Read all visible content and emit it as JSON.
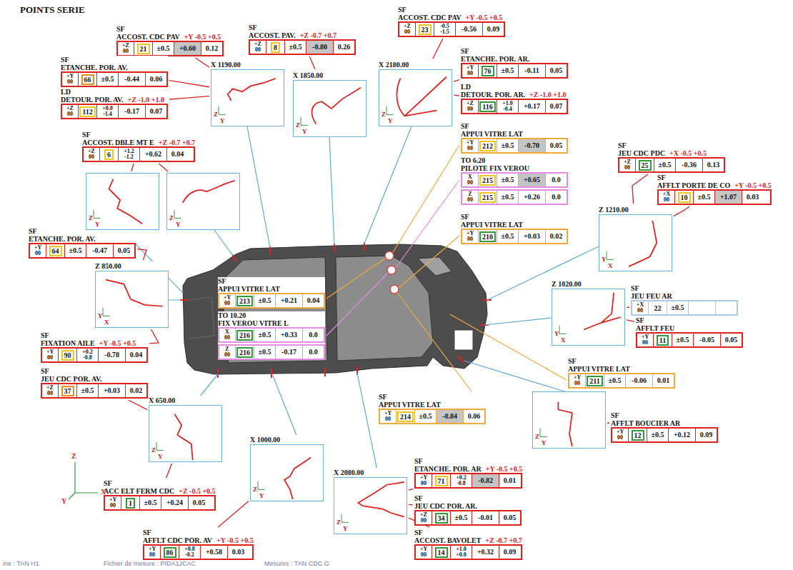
{
  "diagram": {
    "title": "POINTS SERIE",
    "nodes": [
      {
        "text": [
          "SF",
          "ACCOST. CDC PAV",
          "+Y -0.5 +0.5",
          "+Z 00",
          "21",
          "±0.5",
          "+0.60",
          "0.12"
        ]
      },
      {
        "text": [
          "SF",
          "ACCOST. PAV.",
          "+Z -0.7 +0.7",
          "+Z 00",
          "8",
          "±0.5",
          "-0.80",
          "0.26"
        ]
      },
      {
        "text": [
          "SF",
          "ACCOST. CDC PAV",
          "+Y -0.5 +0.5",
          "+Z 00",
          "23",
          "-0.5 -1.5",
          "-0.56",
          "0.09"
        ]
      },
      {
        "text": [
          "SF",
          "ETANCHE. POR. AR.",
          "+Y 00",
          "76",
          "±0.5",
          "-0.11",
          "0.05"
        ]
      },
      {
        "text": [
          "LD",
          "DETOUR. POR. AR.",
          "+Z -1.0 +1.0",
          "+Z 00",
          "116",
          "+1.0 -0.4",
          "+0.17",
          "0.07"
        ]
      },
      {
        "text": [
          "SF",
          "ETANCHE. POR. AV.",
          "+Y 00",
          "66",
          "±0.5",
          "-0.44",
          "0.06"
        ]
      },
      {
        "text": [
          "LD",
          "DETOUR. POR. AV.",
          "+Z -1.0 +1.0",
          "+Z 00",
          "112",
          "+0.0 -1.4",
          "-0.17",
          "0.07"
        ]
      },
      {
        "text": [
          "SF",
          "ACCOST. DBLE MT E",
          "+Z -0.7 +0.7",
          "+Z 00",
          "6",
          "+1.2 -1.2",
          "+0.62",
          "0.04"
        ]
      },
      {
        "text": [
          "SF",
          "APPUI VITRE LAT",
          "+Y 00",
          "212",
          "±0.5",
          "-0.70",
          "0.05"
        ]
      },
      {
        "text": [
          "TO 6.20",
          "PILOTE FIX VEROU",
          "X 00",
          "215",
          "±0.5",
          "+0.65",
          "0.0",
          "Z 00",
          "215",
          "±0.5",
          "+0.26",
          "0.0"
        ]
      },
      {
        "text": [
          "SF",
          "APPUI VITRE LAT",
          "+Y 00",
          "210",
          "±0.5",
          "+0.03",
          "0.02"
        ]
      },
      {
        "text": [
          "SF",
          "JEU CDC PDC",
          "+X -0.5 +0.5",
          "+Z 00",
          "25",
          "±0.5",
          "-0.36",
          "0.13"
        ]
      },
      {
        "text": [
          "SF",
          "AFFLT PORTE DE CO",
          "+Y -0.5 +0.5",
          "+X 00",
          "10",
          "±0.5",
          "+1.07",
          "0.03"
        ]
      },
      {
        "text": [
          "SF",
          "ETANCHE. POR. AV.",
          "+Y 00",
          "64",
          "±0.5",
          "-0.47",
          "0.05"
        ]
      },
      {
        "text": [
          "SF",
          "APPUI VITRE LAT",
          "+Y 00",
          "213",
          "±0.5",
          "+0.21",
          "0.04"
        ]
      },
      {
        "text": [
          "TO 10.20",
          "FIX VEROU VITRE L",
          "X 00",
          "216",
          "±0.5",
          "+0.33",
          "0.0",
          "Z 00",
          "216",
          "±0.5",
          "-0.17",
          "0.0"
        ]
      },
      {
        "text": [
          "SF",
          "JEU FEU AR",
          "+X 00",
          "22",
          "±0.5"
        ]
      },
      {
        "text": [
          "SF",
          "AFFLT FEU",
          "+Y 00",
          "11",
          "±0.5",
          "-0.05",
          "0.05"
        ]
      },
      {
        "text": [
          "SF",
          "APPUI VITRE LAT",
          "+Y 00",
          "211",
          "±0.5",
          "-0.06",
          "0.01"
        ]
      },
      {
        "text": [
          "SF",
          "FIXATION AILE",
          "+Y -0.5 +0.5",
          "+Y 00",
          "90",
          "+0.2 -0.8",
          "-0.78",
          "0.04"
        ]
      },
      {
        "text": [
          "SF",
          "JEU CDC POR. AV.",
          "+Z 00",
          "37",
          "±0.5",
          "+0.03",
          "0.02"
        ]
      },
      {
        "text": [
          "SF",
          "APPUI VITRE LAT",
          "+Y 00",
          "214",
          "±0.5",
          "-0.84",
          "0.06"
        ]
      },
      {
        "text": [
          "SF",
          "AFFLT BOUCIER AR",
          "+Y 00",
          "12",
          "±0.5",
          "+0.12",
          "0.09"
        ]
      },
      {
        "text": [
          "SF",
          "ETANCHE. POR. AR",
          "+Y -0.5 +0.5",
          "+Y 00",
          "71",
          "+0.2 -0.8",
          "-0.82",
          "0.01"
        ]
      },
      {
        "text": [
          "SF",
          "JEU CDC POR. AR.",
          "+Z 00",
          "34",
          "±0.5",
          "-0.01",
          "0.05"
        ]
      },
      {
        "text": [
          "SF",
          "ACCOST. BAVOLET",
          "+Z -0.7 +0.7",
          "+Y 00",
          "14",
          "+1.0 +0.0",
          "+0.32",
          "0.09"
        ]
      },
      {
        "text": [
          "SF",
          "ACC ELT FERM CDC",
          "+Z -0.5 +0.5",
          "+Y 00",
          "1",
          "±0.5",
          "+0.24",
          "0.05"
        ]
      },
      {
        "text": [
          "SF",
          "AFFLT CDC POR. AV",
          "+Y -0.5 +0.5",
          "+Y 00",
          "86",
          "+0.8 -0.2",
          "+0.58",
          "0.03"
        ]
      },
      {
        "text": [
          "X 1190.00",
          "Z",
          "Y"
        ]
      },
      {
        "text": [
          "X 1850.00",
          "Z",
          "Y"
        ]
      },
      {
        "text": [
          "X 2180.00",
          "Z",
          "Y"
        ]
      },
      {
        "text": [
          "Z",
          "Y"
        ]
      },
      {
        "text": [
          "Z",
          "Y"
        ]
      },
      {
        "text": [
          "Z 850.00",
          "Y",
          "X"
        ]
      },
      {
        "text": [
          "Z 1210.00",
          "Y",
          "X"
        ]
      },
      {
        "text": [
          "Z 1020.00",
          "Y",
          "X"
        ]
      },
      {
        "text": [
          "X 650.00",
          "Z",
          "Y"
        ]
      },
      {
        "text": [
          "X 1000.00",
          "Z",
          "Y"
        ]
      },
      {
        "text": [
          "X 2080.00",
          "Z",
          "Y"
        ]
      },
      {
        "text": [
          "Z",
          "Y"
        ]
      }
    ],
    "edges": [
      {
        "from": 0,
        "to": 28,
        "arrow": "none"
      },
      {
        "from": 5,
        "to": 28,
        "arrow": "none"
      },
      {
        "from": 6,
        "to": 28,
        "arrow": "none"
      },
      {
        "from": 1,
        "to": 29,
        "arrow": "none"
      },
      {
        "from": 2,
        "to": 30,
        "arrow": "none"
      },
      {
        "from": 3,
        "to": 30,
        "arrow": "none"
      },
      {
        "from": 4,
        "to": 30,
        "arrow": "none"
      },
      {
        "from": 7,
        "to": 31,
        "arrow": "none"
      },
      {
        "from": 7,
        "to": 32,
        "arrow": "none"
      },
      {
        "from": 13,
        "to": 33,
        "arrow": "none"
      },
      {
        "from": 19,
        "to": 33,
        "arrow": "none"
      },
      {
        "from": 11,
        "to": 34,
        "arrow": "none"
      },
      {
        "from": 12,
        "to": 34,
        "arrow": "none"
      },
      {
        "from": 16,
        "to": 35,
        "arrow": "none"
      },
      {
        "from": 17,
        "to": 35,
        "arrow": "none"
      },
      {
        "from": 22,
        "to": 39,
        "arrow": "none"
      },
      {
        "from": 20,
        "to": 36,
        "arrow": "none"
      },
      {
        "from": 26,
        "to": 36,
        "arrow": "none"
      },
      {
        "from": 27,
        "to": 37,
        "arrow": "none"
      },
      {
        "from": 23,
        "to": 38,
        "arrow": "none"
      },
      {
        "from": 24,
        "to": 38,
        "arrow": "none"
      },
      {
        "from": 25,
        "to": 38,
        "arrow": "none"
      }
    ],
    "labels": [
      "Z",
      "X",
      "Y",
      "ine : TAN H1",
      "Fichier de mesure : PIDA1JCAC",
      "Mesures : TAN CDC G"
    ]
  }
}
